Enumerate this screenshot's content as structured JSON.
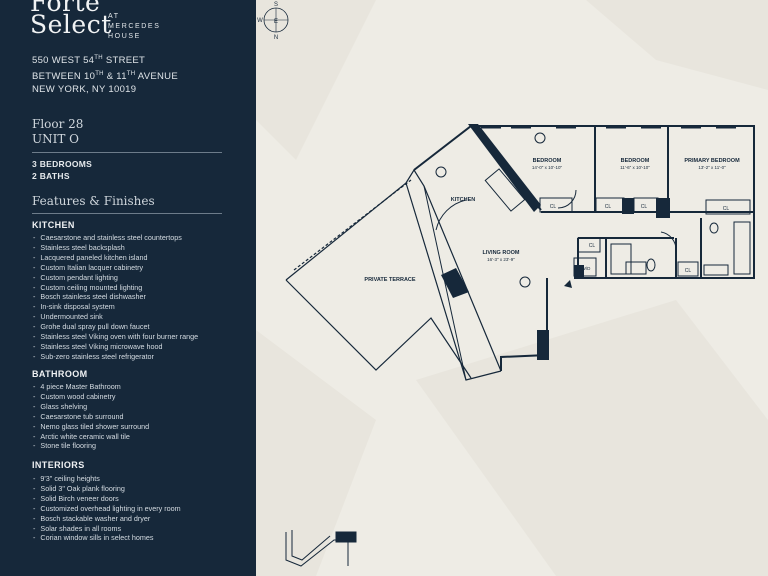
{
  "brand": {
    "name_line1": "Forte",
    "name_line2": "Select",
    "at_line1": "AT",
    "at_line2": "MERCEDES",
    "at_line3": "HOUSE"
  },
  "address": {
    "street": "550 WEST 54",
    "street_sup": "TH",
    "street_end": " STREET",
    "between_a": "BETWEEN 10",
    "between_sup1": "TH",
    "between_b": " & 11",
    "between_sup2": "TH",
    "between_c": " AVENUE",
    "city": "NEW YORK, NY 10019"
  },
  "unit": {
    "floor": "Floor 28",
    "unit": "UNIT O",
    "bedrooms": "3 BEDROOMS",
    "baths": "2 BATHS"
  },
  "features_title": "Features & Finishes",
  "sections": {
    "kitchen": {
      "title": "KITCHEN",
      "items": [
        "Caesarstone and stainless steel countertops",
        "Stainless steel backsplash",
        "Lacquered paneled kitchen island",
        "Custom Italian lacquer cabinetry",
        "Custom pendant lighting",
        "Custom ceiling mounted lighting",
        "Bosch stainless steel dishwasher",
        "In-sink disposal system",
        "Undermounted sink",
        "Grohe dual spray pull down faucet",
        "Stainless steel Viking oven with four burner range",
        "Stainless steel Viking microwave hood",
        "Sub-zero stainless steel refrigerator"
      ]
    },
    "bathroom": {
      "title": "BATHROOM",
      "items": [
        "4 piece Master Bathroom",
        "Custom wood cabinetry",
        "Glass shelving",
        "Caesarstone tub surround",
        "Nemo glass tiled shower surround",
        "Arctic white ceramic wall tile",
        "Stone tile flooring"
      ]
    },
    "interiors": {
      "title": "INTERIORS",
      "items": [
        "9'3\" ceiling heights",
        "Solid 3\" Oak plank flooring",
        "Solid Birch veneer doors",
        "Customized overhead lighting in every room",
        "Bosch stackable washer and dryer",
        "Solar shades in all rooms",
        "Corian window sills in select homes"
      ]
    }
  },
  "plan": {
    "bedroom1": {
      "name": "BEDROOM",
      "dims": "14'-0\" x 10'-10\""
    },
    "bedroom2": {
      "name": "BEDROOM",
      "dims": "11'-6\" x 10'-10\""
    },
    "primary": {
      "name": "PRIMARY BEDROOM",
      "dims": "13'-2\" x 11'-0\""
    },
    "kitchen": "KITCHEN",
    "living": {
      "name": "LIVING ROOM",
      "dims": "16'-3\" x 23'-9\""
    },
    "terrace": "PRIVATE TERRACE",
    "closet": "CL",
    "wd": "W/D"
  },
  "compass": {
    "n": "N",
    "s": "S",
    "e": "E",
    "w": "W"
  },
  "colors": {
    "sidebar": "#16283a",
    "background": "#eeece5",
    "wall": "#16283a"
  }
}
